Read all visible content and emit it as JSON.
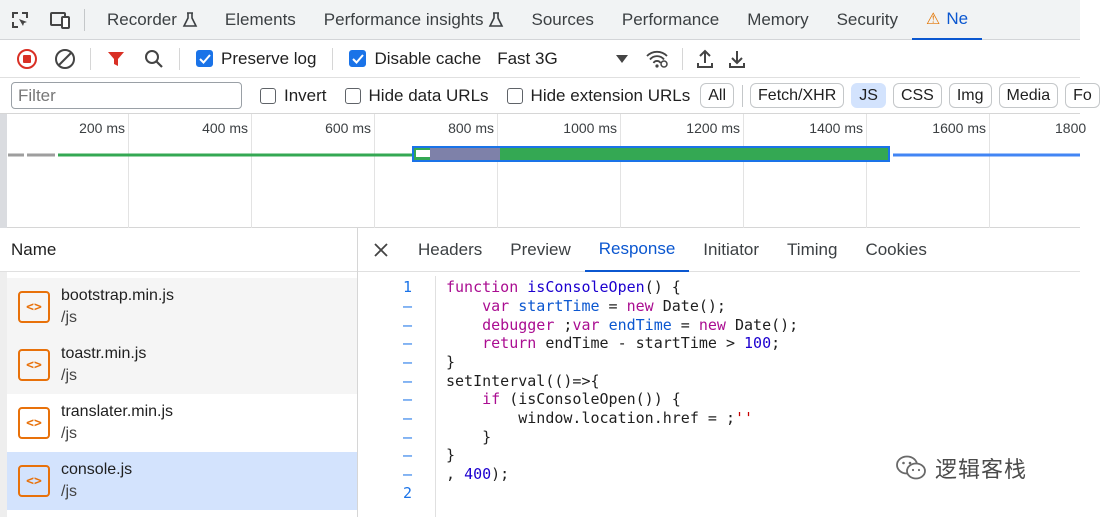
{
  "tabs": {
    "recorder": "Recorder",
    "elements": "Elements",
    "performance_insights": "Performance insights",
    "sources": "Sources",
    "performance": "Performance",
    "memory": "Memory",
    "security": "Security",
    "network": "Ne"
  },
  "toolbar": {
    "preserve_log": "Preserve log",
    "disable_cache": "Disable cache",
    "throttle": "Fast 3G"
  },
  "filter": {
    "placeholder": "Filter",
    "invert": "Invert",
    "hide_data_urls": "Hide data URLs",
    "hide_extension_urls": "Hide extension URLs",
    "types": [
      "All",
      "Fetch/XHR",
      "JS",
      "CSS",
      "Img",
      "Media",
      "Fo"
    ],
    "selected_type": "JS"
  },
  "timeline": {
    "ticks": [
      "200 ms",
      "400 ms",
      "600 ms",
      "800 ms",
      "1000 ms",
      "1200 ms",
      "1400 ms",
      "1600 ms",
      "1800"
    ]
  },
  "requests": {
    "header": "Name",
    "items": [
      {
        "name": "bootstrap.min.js",
        "path": "/js"
      },
      {
        "name": "toastr.min.js",
        "path": "/js"
      },
      {
        "name": "translater.min.js",
        "path": "/js"
      },
      {
        "name": "console.js",
        "path": "/js"
      }
    ]
  },
  "detail": {
    "tabs": [
      "Headers",
      "Preview",
      "Response",
      "Initiator",
      "Timing",
      "Cookies"
    ],
    "active_tab": "Response",
    "line_numbers": [
      "1",
      "–",
      "–",
      "–",
      "–",
      "–",
      "–",
      "–",
      "–",
      "–",
      "–",
      "2"
    ],
    "code_lines": [
      "function isConsoleOpen() {",
      "    var startTime = new Date();",
      "    debugger ;var endTime = new Date();",
      "    return endTime - startTime > 100;",
      "}",
      "setInterval(()=>{",
      "    if (isConsoleOpen()) {",
      "        window.location.href = '';",
      "    }",
      "}",
      ", 400);",
      ""
    ]
  },
  "watermark": "逻辑客栈",
  "colors": {
    "accent": "#0b57d0",
    "record": "#d93025",
    "filter_funnel": "#d93025",
    "js_icon": "#e8710a",
    "selected_row": "#d3e3fd",
    "timeline_green": "#34a853",
    "timeline_blue": "#1a73e8"
  }
}
